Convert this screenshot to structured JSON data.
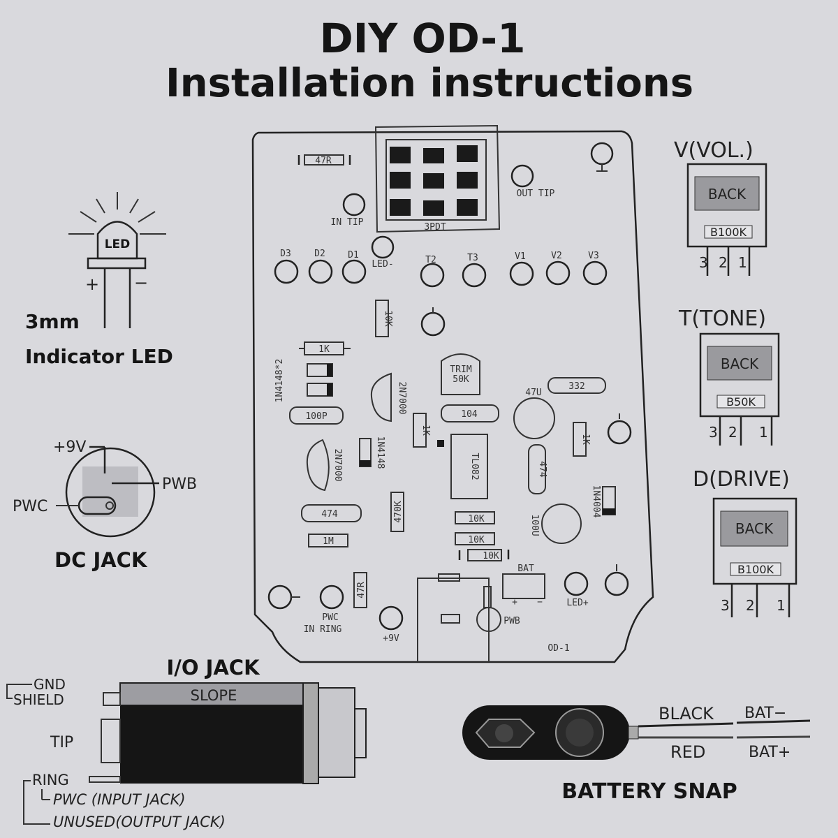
{
  "title": {
    "line1": "DIY OD-1",
    "line2": "Installation instructions"
  },
  "led": {
    "bulb_label": "LED",
    "plus": "+",
    "minus": "−",
    "size": "3mm",
    "caption": "Indicator LED"
  },
  "dc_jack": {
    "v9": "+9V",
    "pwb": "PWB",
    "pwc": "PWC",
    "caption": "DC JACK"
  },
  "pots": [
    {
      "title": "V(VOL.)",
      "back": "BACK",
      "value": "B100K",
      "pins": [
        "3",
        "2",
        "1"
      ]
    },
    {
      "title": "T(TONE)",
      "back": "BACK",
      "value": "B50K",
      "pins": [
        "3",
        "2",
        "1"
      ]
    },
    {
      "title": "D(DRIVE)",
      "back": "BACK",
      "value": "B100K",
      "pins": [
        "3",
        "2",
        "1"
      ]
    }
  ],
  "pcb": {
    "switch": "3PDT",
    "in_tip": "IN TIP",
    "out_tip": "OUT TIP",
    "pads": [
      "D3",
      "D2",
      "D1",
      "LED-",
      "T2",
      "T3",
      "V1",
      "V2",
      "V3"
    ],
    "r_47r_top": "47R",
    "r_10k_a": "10K",
    "r_1k_a": "1K",
    "diodes_label": "1N4148*2",
    "trim": [
      "TRIM",
      "50K"
    ],
    "c_332": "332",
    "c_47u": "47U",
    "c_100p": "100P",
    "q1": "2N7000",
    "c_104": "104",
    "r_1k_b": "1K",
    "r_1k_c": "1K",
    "d_1n4148": "1N4148",
    "q2": "2N7000",
    "ic": "TL082",
    "c_474_a": "474",
    "c_474_b": "474",
    "r_470k": "470K",
    "r_1m": "1M",
    "d_1n4004": "1N4004",
    "c_100u": "100U",
    "r_10k_b": "10K",
    "r_10k_c": "10K",
    "r_10k_d": "10K",
    "bat": "BAT",
    "bat_plus": "+",
    "bat_minus": "−",
    "led_plus": "LED+",
    "r_47r_bottom": "47R",
    "pwc": "PWC",
    "in_ring": "IN RING",
    "v9": "+9V",
    "pwb": "PWB",
    "board_name": "OD-1"
  },
  "io_jack": {
    "title": "I/O JACK",
    "slope": "SLOPE",
    "gnd": "GND",
    "shield": "SHIELD",
    "tip": "TIP",
    "ring": "RING",
    "pwc": "PWC (INPUT JACK)",
    "unused": "UNUSED(OUTPUT JACK)"
  },
  "battery": {
    "black": "BLACK",
    "red": "RED",
    "bat_minus": "BAT−",
    "bat_plus": "BAT+",
    "caption": "BATTERY SNAP"
  }
}
